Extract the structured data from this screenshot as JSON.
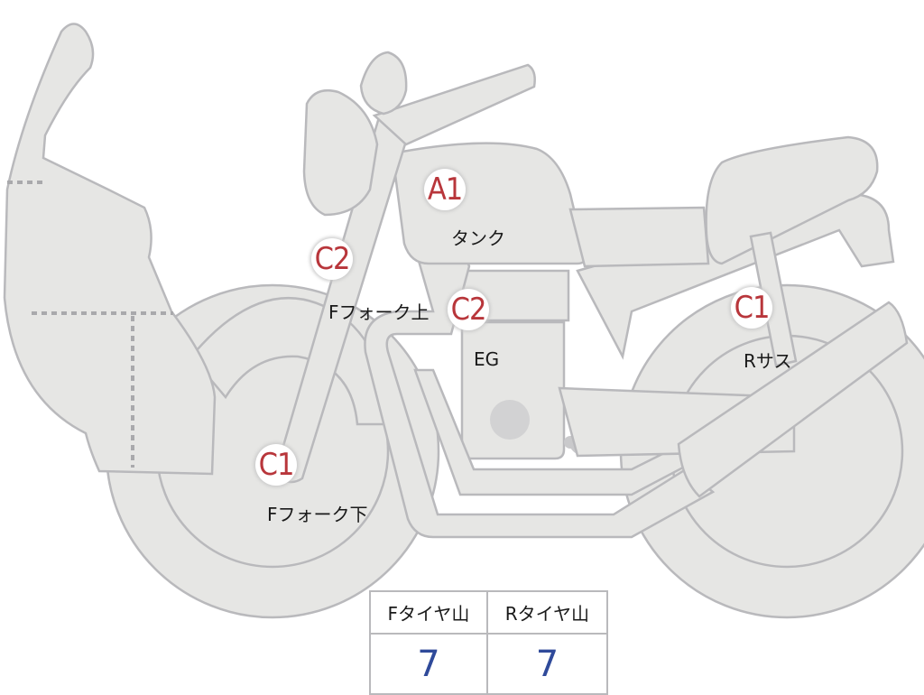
{
  "parts": [
    {
      "grade": "A1",
      "label": "タンク"
    },
    {
      "grade": "C2",
      "label": "Fフォーク上"
    },
    {
      "grade": "C2",
      "label": "EG"
    },
    {
      "grade": "C1",
      "label": "Rサス"
    },
    {
      "grade": "C1",
      "label": "Fフォーク下"
    }
  ],
  "tyres": {
    "front_header": "Fタイヤ山",
    "rear_header": "Rタイヤ山",
    "front_value": "7",
    "rear_value": "7"
  },
  "colors": {
    "grade_text": "#b8363b",
    "value_text": "#2f4a9a",
    "bike_fill": "#e6e6e4",
    "bike_outline": "#b9b9bc"
  }
}
